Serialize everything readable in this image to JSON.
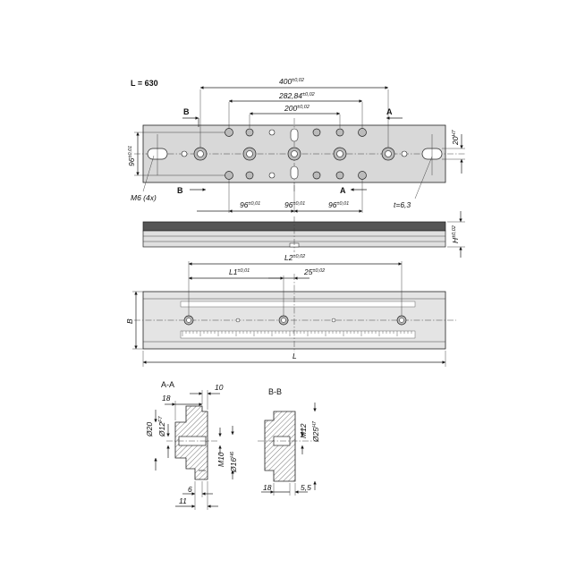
{
  "title": {
    "length": "L = 630"
  },
  "top_view": {
    "dim_400": "400",
    "dim_400_tol": "±0,02",
    "dim_282": "282,84",
    "dim_282_tol": "±0,02",
    "dim_200": "200",
    "dim_200_tol": "±0,02",
    "dim_96_left": "96",
    "dim_96_left_tol": "±0,01",
    "dim_96_mid": "96",
    "dim_96_mid_tol": "±0,01",
    "dim_96_right": "96",
    "dim_96_right_tol": "±0,01",
    "dim_96_vert": "96",
    "dim_96_vert_tol": "±0,01",
    "dim_20": "20",
    "dim_20_tol": "H7",
    "thread": "M6 (4x)",
    "depth": "t=6,3",
    "section_b": "B",
    "section_a": "A"
  },
  "side_view": {
    "height": "H",
    "height_tol": "±0,02"
  },
  "scale_view": {
    "dim_L2": "L2",
    "dim_L2_tol": "±0,02",
    "dim_L1": "L1",
    "dim_L1_tol": "±0,01",
    "dim_25": "25",
    "dim_25_tol": "±0,02",
    "dim_B": "B",
    "dim_L": "L"
  },
  "section_aa": {
    "title": "A-A",
    "d18": "18",
    "d10": "10",
    "d20": "Ø20",
    "d12": "Ø12",
    "d12_tol": "F7",
    "m10": "M10",
    "d16": "Ø16",
    "d16_tol": "H6",
    "d6": "6",
    "d11": "11"
  },
  "section_bb": {
    "title": "B-B",
    "m12": "M12",
    "d25": "Ø25",
    "d25_tol": "H7",
    "d18": "18",
    "d55": "5,5"
  }
}
